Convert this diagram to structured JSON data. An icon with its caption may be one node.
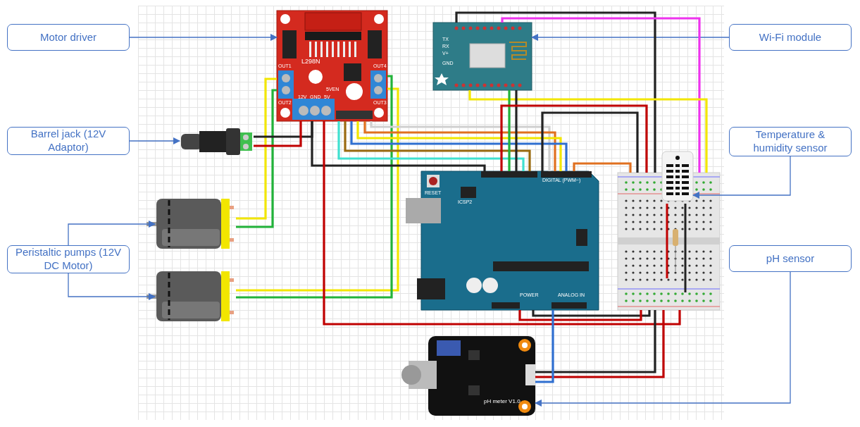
{
  "diagram": {
    "nodes": [
      {
        "text": [
          "Motor driver"
        ]
      },
      {
        "text": [
          "Wi-Fi module"
        ]
      },
      {
        "text": [
          "Barrel jack (12V Adaptor)"
        ]
      },
      {
        "text": [
          "Temperature & humidity sensor"
        ]
      },
      {
        "text": [
          "Peristaltic pumps (12V DC Motor)"
        ]
      },
      {
        "text": [
          "pH sensor"
        ]
      },
      {
        "text": [],
        "shape": "picture"
      },
      {
        "text": [],
        "shape": "picture"
      },
      {
        "text": [],
        "shape": "picture"
      },
      {
        "text": [],
        "shape": "picture"
      },
      {
        "text": [],
        "shape": "picture"
      },
      {
        "text": [],
        "shape": "picture"
      },
      {
        "text": [],
        "shape": "picture"
      },
      {
        "text": [],
        "shape": "picture"
      },
      {
        "text": [],
        "shape": "picture"
      }
    ],
    "edges": [
      {
        "from": 0,
        "to": 6,
        "arrow": "to"
      },
      {
        "from": 1,
        "to": 10,
        "arrow": "to"
      },
      {
        "from": 2,
        "to": 7,
        "arrow": "to"
      },
      {
        "from": 3,
        "to": 13,
        "arrow": "to"
      },
      {
        "from": 4,
        "to": 8,
        "arrow": "to"
      },
      {
        "from": 4,
        "to": 9,
        "arrow": "to"
      },
      {
        "from": 5,
        "to": 14,
        "arrow": "to"
      },
      {
        "from": 6,
        "to": 8,
        "arrow": "none",
        "color": "#f2e600"
      },
      {
        "from": 6,
        "to": 8,
        "arrow": "none",
        "color": "#22b33a"
      },
      {
        "from": 6,
        "to": 9,
        "arrow": "none",
        "color": "#f2e600"
      },
      {
        "from": 6,
        "to": 9,
        "arrow": "none",
        "color": "#22b33a"
      },
      {
        "from": 7,
        "to": 6,
        "arrow": "none",
        "color": "#222222"
      },
      {
        "from": 7,
        "to": 6,
        "arrow": "none",
        "color": "#c00000"
      },
      {
        "from": 6,
        "to": 11,
        "arrow": "none",
        "color": "#222222"
      },
      {
        "from": 6,
        "to": 12,
        "arrow": "none",
        "color": "#c00000"
      },
      {
        "from": 6,
        "to": 11,
        "arrow": "none",
        "color": "#d0d0d0"
      },
      {
        "from": 6,
        "to": 11,
        "arrow": "none",
        "color": "#e07020"
      },
      {
        "from": 6,
        "to": 11,
        "arrow": "none",
        "color": "#f2e600"
      },
      {
        "from": 6,
        "to": 11,
        "arrow": "none",
        "color": "#2f6fd0"
      },
      {
        "from": 6,
        "to": 11,
        "arrow": "none",
        "color": "#9a6a10"
      },
      {
        "from": 6,
        "to": 11,
        "arrow": "none",
        "color": "#40e0d0"
      },
      {
        "from": 10,
        "to": 12,
        "arrow": "none",
        "color": "#222222"
      },
      {
        "from": 10,
        "to": 12,
        "arrow": "none",
        "color": "#ee33ee"
      },
      {
        "from": 10,
        "to": 12,
        "arrow": "none",
        "color": "#f2e600"
      },
      {
        "from": 10,
        "to": 11,
        "arrow": "none",
        "color": "#22b33a"
      },
      {
        "from": 10,
        "to": 11,
        "arrow": "none",
        "color": "#222222"
      },
      {
        "from": 11,
        "to": 12,
        "arrow": "none",
        "color": "#c00000"
      },
      {
        "from": 11,
        "to": 12,
        "arrow": "none",
        "color": "#222222"
      },
      {
        "from": 11,
        "to": 12,
        "arrow": "none",
        "color": "#222222"
      },
      {
        "from": 11,
        "to": 12,
        "arrow": "none",
        "color": "#c00000"
      },
      {
        "from": 11,
        "to": 12,
        "arrow": "none",
        "color": "#e07020"
      },
      {
        "from": 14,
        "to": 12,
        "arrow": "none",
        "color": "#222222"
      },
      {
        "from": 14,
        "to": 12,
        "arrow": "none",
        "color": "#c00000"
      },
      {
        "from": 14,
        "to": 11,
        "arrow": "none",
        "color": "#2f6fd0"
      }
    ],
    "labels": [
      "L298N",
      "OUT1",
      "OUT4",
      "5VEN",
      "OUT2",
      "12V",
      "GND",
      "5V",
      "OUT3",
      "TX",
      "RX",
      "V+",
      "GND",
      "RESET",
      "ICSP2",
      "DIGITAL (PWM~)",
      "POWER",
      "ANALOG IN",
      "pH meter V1.0"
    ]
  }
}
